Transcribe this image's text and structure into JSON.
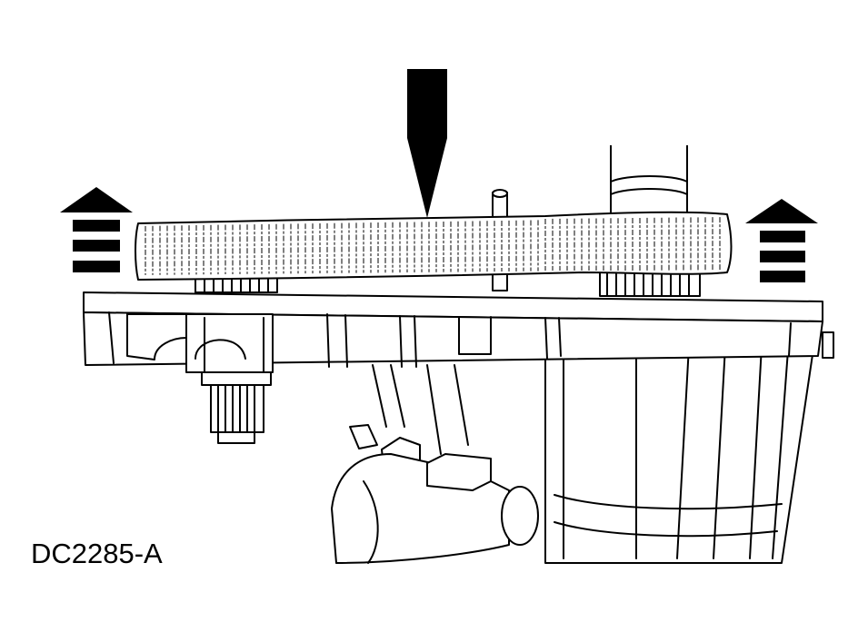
{
  "figure": {
    "id_label": "DC2285-A"
  },
  "arrows": [
    {
      "name": "press-down-arrow",
      "direction": "down"
    },
    {
      "name": "lift-up-arrow-left",
      "direction": "up"
    },
    {
      "name": "lift-up-arrow-right",
      "direction": "up"
    }
  ],
  "colors": {
    "line": "#000000",
    "background": "#ffffff"
  }
}
